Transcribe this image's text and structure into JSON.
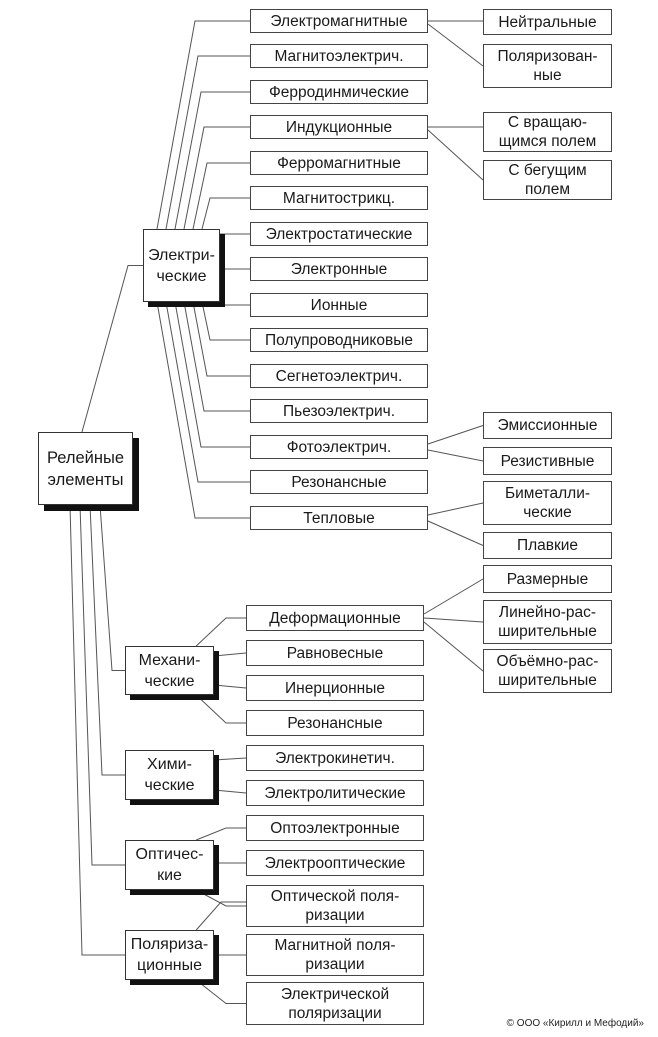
{
  "title": "Релейные элементы",
  "root": {
    "id": "root",
    "label": "Релейные\nэлементы"
  },
  "categories": [
    {
      "id": "electric",
      "label": "Электри-\nческие",
      "children": [
        {
          "id": "e1",
          "label": "Электромагнитные",
          "children": [
            {
              "id": "e1a",
              "label": "Нейтральные"
            },
            {
              "id": "e1b",
              "label": "Поляризован-\nные"
            }
          ]
        },
        {
          "id": "e2",
          "label": "Магнитоэлектрич."
        },
        {
          "id": "e3",
          "label": "Ферродинмические"
        },
        {
          "id": "e4",
          "label": "Индукционные",
          "children": [
            {
              "id": "e4a",
              "label": "С вращаю-\nщимся полем"
            },
            {
              "id": "e4b",
              "label": "С бегущим\nполем"
            }
          ]
        },
        {
          "id": "e5",
          "label": "Ферромагнитные"
        },
        {
          "id": "e6",
          "label": "Магнитострикц."
        },
        {
          "id": "e7",
          "label": "Электростатические"
        },
        {
          "id": "e8",
          "label": "Электронные"
        },
        {
          "id": "e9",
          "label": "Ионные"
        },
        {
          "id": "e10",
          "label": "Полупроводниковые"
        },
        {
          "id": "e11",
          "label": "Сегнетоэлектрич."
        },
        {
          "id": "e12",
          "label": "Пьезоэлектрич."
        },
        {
          "id": "e13",
          "label": "Фотоэлектрич.",
          "children": [
            {
              "id": "e13a",
              "label": "Эмиссионные"
            },
            {
              "id": "e13b",
              "label": "Резистивные"
            }
          ]
        },
        {
          "id": "e14",
          "label": "Резонансные"
        },
        {
          "id": "e15",
          "label": "Тепловые",
          "children": [
            {
              "id": "e15a",
              "label": "Биметалли-\nческие"
            },
            {
              "id": "e15b",
              "label": "Плавкие"
            }
          ]
        }
      ]
    },
    {
      "id": "mechanical",
      "label": "Механи-\nческие",
      "children": [
        {
          "id": "m1",
          "label": "Деформационные",
          "children": [
            {
              "id": "m1a",
              "label": "Размерные"
            },
            {
              "id": "m1b",
              "label": "Линейно-рас-\nширительные"
            },
            {
              "id": "m1c",
              "label": "Объёмно-рас-\nширительные"
            }
          ]
        },
        {
          "id": "m2",
          "label": "Равновесные"
        },
        {
          "id": "m3",
          "label": "Инерционные"
        },
        {
          "id": "m4",
          "label": "Резонансные"
        }
      ]
    },
    {
      "id": "chemical",
      "label": "Хими-\nческие",
      "children": [
        {
          "id": "c1",
          "label": "Электрокинетич."
        },
        {
          "id": "c2",
          "label": "Электролитические"
        }
      ]
    },
    {
      "id": "optical",
      "label": "Оптичес-\nкие",
      "children": [
        {
          "id": "o1",
          "label": "Оптоэлектронные"
        },
        {
          "id": "o2",
          "label": "Электрооптические"
        },
        {
          "id": "o3",
          "label": "Оптической поля-\nризации"
        }
      ]
    },
    {
      "id": "polarization",
      "label": "Поляриза-\nционные",
      "children": [
        {
          "id": "p1",
          "label": "Оптической поля-\nризации",
          "shared_with": "o3"
        },
        {
          "id": "p2",
          "label": "Магнитной поля-\nризации"
        },
        {
          "id": "p3",
          "label": "Электрической\nполяризации"
        }
      ]
    }
  ],
  "copyright": "© ООО «Кирилл и Мефодий»"
}
